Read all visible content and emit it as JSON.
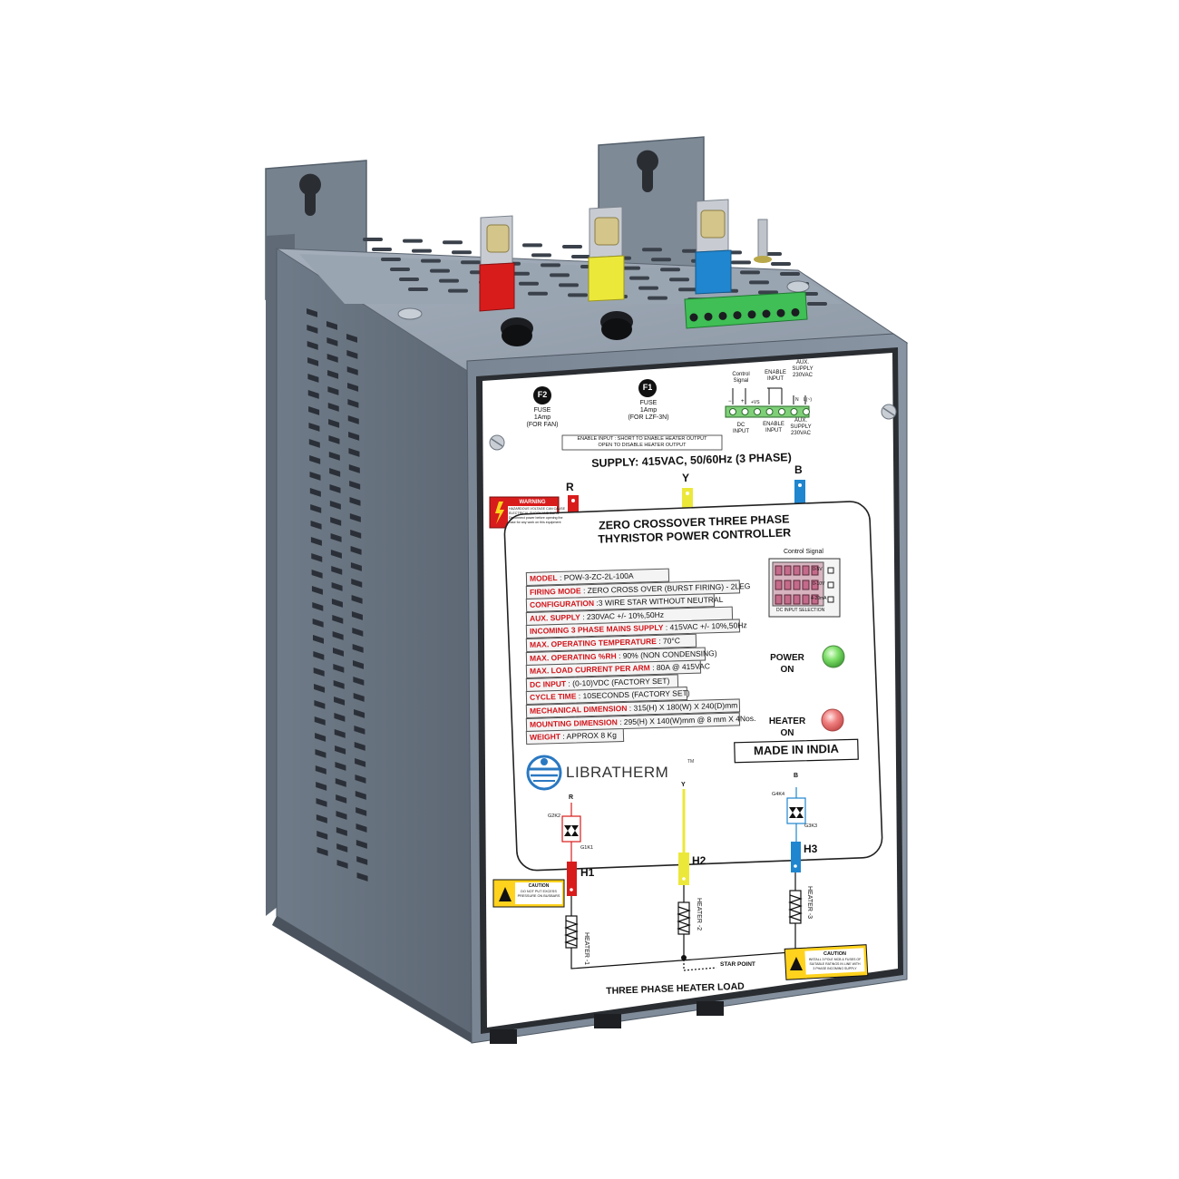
{
  "fuses": {
    "f2": {
      "id": "F2",
      "text": [
        "FUSE",
        "1Amp",
        "(FOR FAN)"
      ]
    },
    "f1": {
      "id": "F1",
      "text": [
        "FUSE",
        "1Amp",
        "(FOR LZF-3N)"
      ]
    }
  },
  "control_block": {
    "control_signal": [
      "Control",
      "Signal"
    ],
    "enable_input_top": [
      "ENABLE",
      "INPUT"
    ],
    "aux_supply_top": [
      "AUX.",
      "SUPPLY",
      "230VAC"
    ],
    "minus": "−",
    "plus": "+",
    "plus_vs": "+VS",
    "n": "N",
    "l": "L(~)",
    "dc_input": [
      "DC",
      "INPUT"
    ],
    "enable_input_bottom": [
      "ENABLE",
      "INPUT"
    ],
    "aux_supply_bottom": [
      "AUX.",
      "SUPPLY",
      "230VAC"
    ]
  },
  "enable_note": [
    "ENABLE INPUT : SHORT TO ENABLE HEATER OUTPUT",
    "OPEN TO DISABLE HEATER OUTPUT"
  ],
  "supply": "SUPPLY: 415VAC, 50/60Hz (3 PHASE)",
  "phases": [
    "R",
    "Y",
    "B"
  ],
  "warning": {
    "title": "WARNING",
    "text": [
      "HAZARDOUS VOLTAGE CAN CAUSE",
      "ELECTRICAL SHOCK AND BURN",
      "Disconnect power before opening the",
      "case for any work on this equipment"
    ]
  },
  "title": [
    "ZERO CROSSOVER THREE PHASE",
    "THYRISTOR POWER CONTROLLER"
  ],
  "specs": [
    {
      "key": "MODEL",
      "value": " : POW-3-ZC-2L-100A"
    },
    {
      "key": "FIRING MODE",
      "value": " : ZERO CROSS OVER (BURST FIRING) - 2LEG"
    },
    {
      "key": "CONFIGURATION",
      "value": " :3 WIRE STAR  WITHOUT  NEUTRAL"
    },
    {
      "key": "AUX. SUPPLY",
      "value": " : 230VAC +/- 10%,50Hz"
    },
    {
      "key": "INCOMING 3 PHASE MAINS SUPPLY",
      "value": " : 415VAC +/- 10%,50Hz"
    },
    {
      "key": "MAX. OPERATING TEMPERATURE",
      "value": " : 70°C"
    },
    {
      "key": "MAX. OPERATING %RH",
      "value": " : 90% (NON CONDENSING)"
    },
    {
      "key": "MAX. LOAD CURRENT PER ARM",
      "value": " : 80A @ 415VAC"
    },
    {
      "key": "DC INPUT",
      "value": " : (0-10)VDC (FACTORY SET)"
    },
    {
      "key": "CYCLE TIME",
      "value": " : 10SECONDS (FACTORY SET)"
    },
    {
      "key": "MECHANICAL DIMENSION",
      "value": " : 315(H) X 180(W) X 240(D)mm"
    },
    {
      "key": "MOUNTING DIMENSION",
      "value": " : 295(H) X 140(W)mm @ 8 mm X 4Nos."
    },
    {
      "key": "WEIGHT",
      "value": " : APPROX 8 Kg"
    }
  ],
  "control_signal_box": {
    "title": "Control Signal",
    "options": [
      "0-5V",
      "0-10V",
      "4-20mA"
    ],
    "caption": "DC INPUT SELECTION"
  },
  "power_led": {
    "label": [
      "POWER",
      "ON"
    ],
    "color": "#7fe06a"
  },
  "heater_led": {
    "label": [
      "HEATER",
      "ON"
    ],
    "color": "#f08080"
  },
  "brand": {
    "name": "LIBRATHERM",
    "tm": "TM"
  },
  "made_in": "MADE IN INDIA",
  "circuit": {
    "r": "R",
    "y": "Y",
    "b": "B",
    "g2k2": "G2K2",
    "g1k1": "G1K1",
    "g4k4": "G4K4",
    "g3k3": "G3K3",
    "h1": "H1",
    "h2": "H2",
    "h3": "H3",
    "heater1": "HEATER -1",
    "heater2": "HEATER -2",
    "heater3": "HEATER -3",
    "star_point": "STAR POINT",
    "load": "THREE PHASE HEATER LOAD"
  },
  "caution_left": {
    "title": "CAUTION",
    "text": [
      "DO NOT PUT EXCESS",
      "PRESSURE ON BUSBARS"
    ]
  },
  "caution_right": {
    "title": "CAUTION",
    "text": [
      "INSTALL 3 POLE MCB & FUSES OF",
      "SUITABLE RATINGS IN LINE WITH",
      "3 PHASE INCOMING SUPPLY"
    ]
  },
  "colors": {
    "body": "#7e8a98",
    "body_dark": "#5d6774",
    "body_light": "#98a3b0",
    "red": "#d81c1c",
    "yellow": "#ece83a",
    "blue": "#1f86cf",
    "green_terminal": "#3fbf55",
    "brand_blue": "#2a78c2"
  }
}
